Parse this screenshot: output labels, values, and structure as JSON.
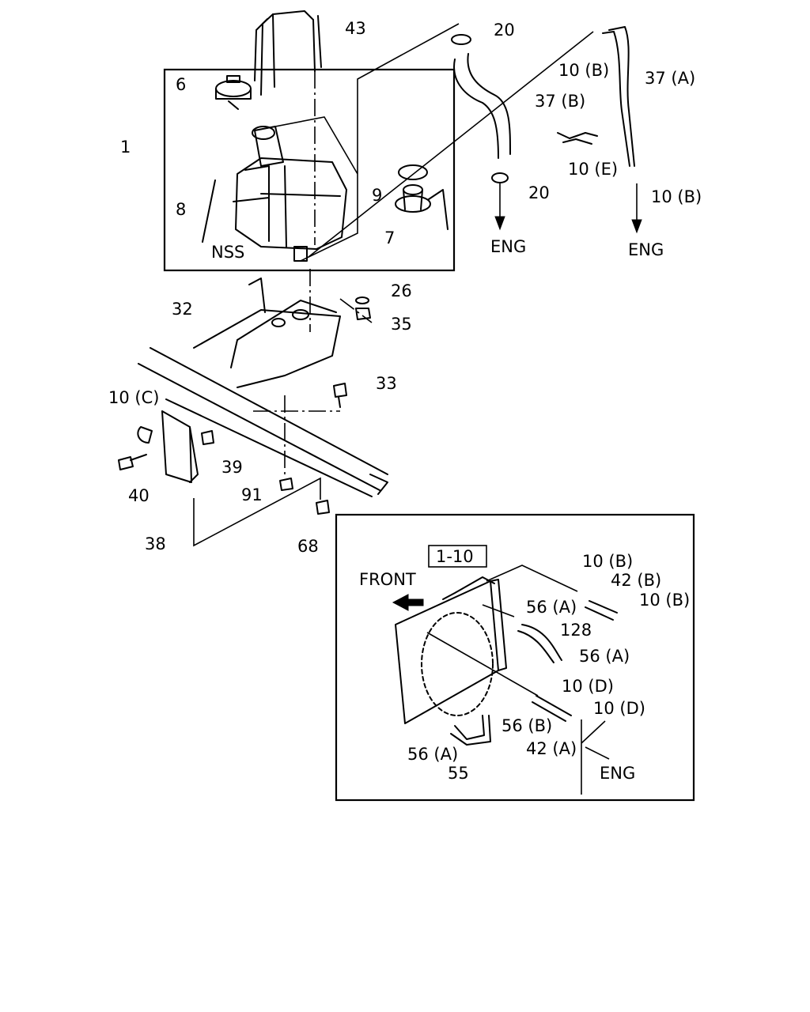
{
  "callouts": {
    "c1": "1",
    "c6": "6",
    "c8": "8",
    "c43": "43",
    "c20_top": "20",
    "c20_bottom": "20",
    "c10b_top": "10 (B)",
    "c37a": "37 (A)",
    "c37b": "37 (B)",
    "c10e": "10 (E)",
    "c10b_right": "10 (B)",
    "c9": "9",
    "c7": "7",
    "nss": "NSS",
    "eng_left": "ENG",
    "eng_right": "ENG",
    "c26": "26",
    "c32": "32",
    "c35": "35",
    "c33": "33",
    "c10c": "10 (C)",
    "c39": "39",
    "c40": "40",
    "c91": "91",
    "c38": "38",
    "c68": "68"
  },
  "inset": {
    "ref": "1-10",
    "front": "FRONT",
    "c10b_a": "10 (B)",
    "c42b": "42 (B)",
    "c10b_b": "10 (B)",
    "c56a_top": "56 (A)",
    "c128": "128",
    "c56a_mid": "56 (A)",
    "c10d_top": "10 (D)",
    "c10d_bottom": "10 (D)",
    "c56b": "56 (B)",
    "c56a_bottom": "56 (A)",
    "c42a": "42 (A)",
    "c55": "55",
    "eng": "ENG"
  }
}
